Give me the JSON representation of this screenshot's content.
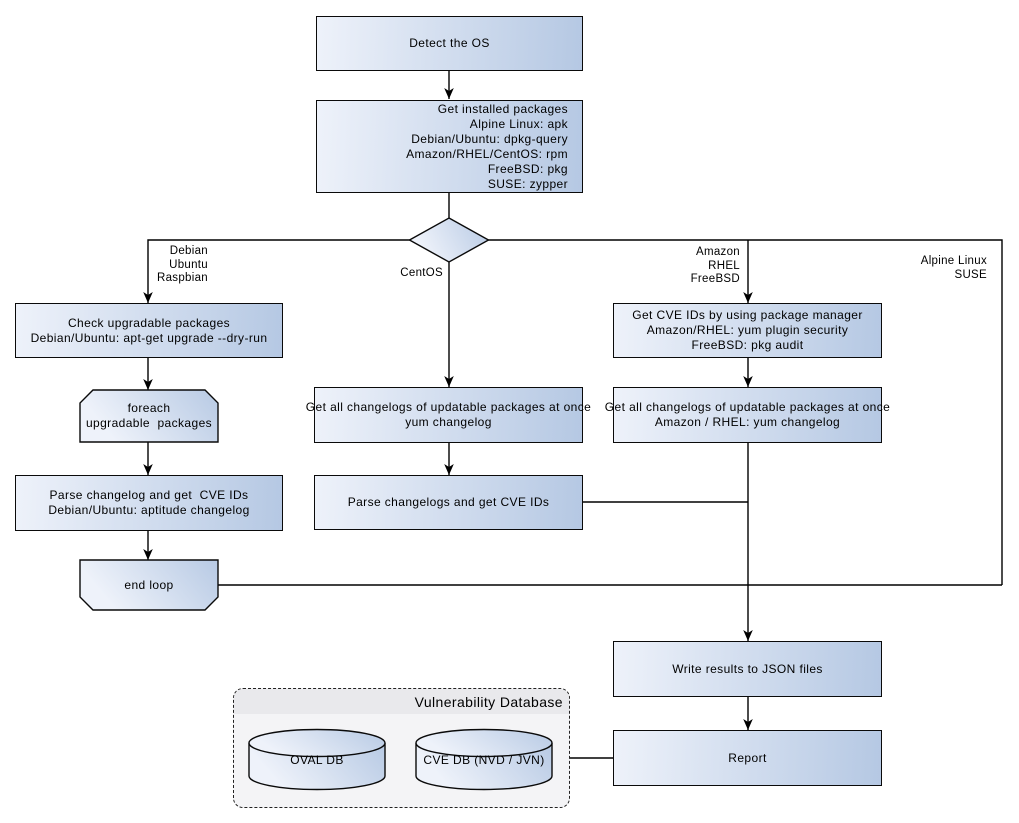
{
  "colors": {
    "background": "#ffffff",
    "node_fill_light": "#eef2fa",
    "node_fill_dark": "#b5c8e3",
    "node_border": "#0a0a0a",
    "edge": "#000000",
    "text": "#000000",
    "cluster_fill": "#f4f4f6",
    "cluster_header": "#e9e9ec",
    "cluster_border": "#222222"
  },
  "nodes": {
    "detect_os": {
      "lines": [
        "Detect the OS"
      ]
    },
    "get_installed_packages": {
      "lines": [
        "Get installed packages",
        "Alpine Linux: apk",
        "Debian/Ubuntu: dpkg-query",
        "Amazon/RHEL/CentOS: rpm",
        "FreeBSD: pkg",
        "SUSE: zypper"
      ]
    },
    "check_upgradable": {
      "lines": [
        "Check upgradable packages",
        "Debian/Ubuntu: apt-get upgrade --dry-run"
      ]
    },
    "foreach_loop": {
      "lines": [
        "foreach",
        "upgradable  packages"
      ]
    },
    "parse_changelog_debian": {
      "lines": [
        "Parse changelog and get  CVE IDs",
        "Debian/Ubuntu: aptitude changelog"
      ]
    },
    "end_loop": {
      "lines": [
        "end loop"
      ]
    },
    "get_changelogs_yum": {
      "lines": [
        "Get all changelogs of updatable packages at once",
        "yum changelog"
      ]
    },
    "parse_changelogs_yum": {
      "lines": [
        "Parse changelogs and get CVE IDs"
      ]
    },
    "get_cve_ids_pkg_manager": {
      "lines": [
        "Get CVE IDs by using package manager",
        "Amazon/RHEL: yum plugin security",
        "FreeBSD: pkg audit"
      ]
    },
    "get_changelogs_amazon_rhel": {
      "lines": [
        "Get all changelogs of updatable packages at once",
        "Amazon / RHEL: yum changelog"
      ]
    },
    "write_results": {
      "lines": [
        "Write results to JSON files"
      ]
    },
    "report": {
      "lines": [
        "Report"
      ]
    }
  },
  "edge_labels": {
    "debian_branch": {
      "lines": [
        "Debian",
        "Ubuntu",
        "Raspbian"
      ]
    },
    "centos_branch": {
      "lines": [
        "CentOS"
      ]
    },
    "amazon_branch": {
      "lines": [
        "Amazon",
        "RHEL",
        "FreeBSD"
      ]
    },
    "alpine_branch": {
      "lines": [
        "Alpine Linux",
        "SUSE"
      ]
    }
  },
  "cluster": {
    "title": "Vulnerability Database",
    "databases": [
      {
        "label": "OVAL DB"
      },
      {
        "label": "CVE DB (NVD / JVN)"
      }
    ]
  }
}
